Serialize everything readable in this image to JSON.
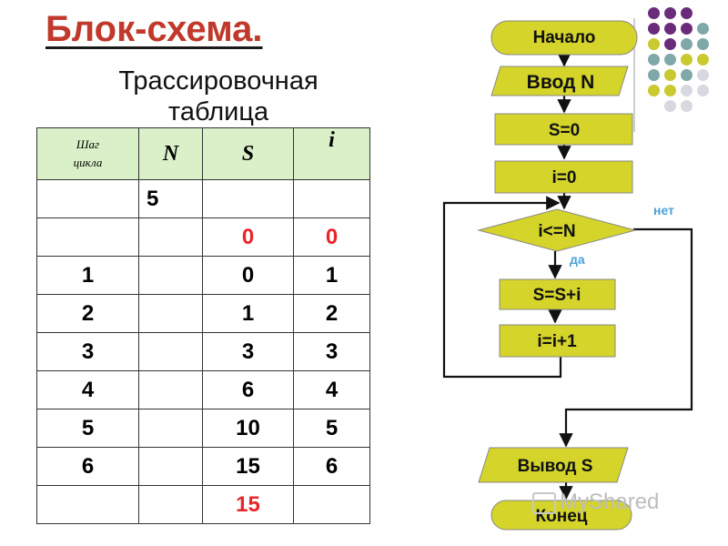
{
  "title": "Блок-схема.",
  "table_title_line1": "Трассировочная",
  "table_title_line2": "таблица",
  "table": {
    "headers": {
      "step_line1": "Шаг",
      "step_line2": "цикла",
      "n": "N",
      "s": "S",
      "i": "i"
    },
    "rows": [
      {
        "step": "",
        "n": "5",
        "s": "",
        "i": ""
      },
      {
        "step": "",
        "n": "",
        "s": "0",
        "i": "0"
      },
      {
        "step": "1",
        "n": "",
        "s": "0",
        "i": "1"
      },
      {
        "step": "2",
        "n": "",
        "s": "1",
        "i": "2"
      },
      {
        "step": "3",
        "n": "",
        "s": "3",
        "i": "3"
      },
      {
        "step": "4",
        "n": "",
        "s": "6",
        "i": "4"
      },
      {
        "step": "5",
        "n": "",
        "s": "10",
        "i": "5"
      },
      {
        "step": "6",
        "n": "",
        "s": "15",
        "i": "6"
      },
      {
        "step": "",
        "n": "",
        "s": "15",
        "i": ""
      }
    ]
  },
  "flowchart": {
    "start": "Начало",
    "input": "Ввод N",
    "s_init": "S=0",
    "i_init": "i=0",
    "condition": "i<=N",
    "yes": "да",
    "no": "нет",
    "s_update": "S=S+i",
    "i_update": "i=i+1",
    "output": "Вывод S",
    "end": "Конец"
  },
  "watermark": "MyShared",
  "colors": {
    "title": "#c0392b",
    "shape_fill": "#d4d42a",
    "header_fill": "#d9f0c8",
    "highlight": "#e8262a",
    "label": "#4aa3d8",
    "dot_purple": "#6a2c7a",
    "dot_teal": "#7fa8a8",
    "dot_yellow": "#c9c930",
    "dot_grey": "#d8d8e0"
  }
}
